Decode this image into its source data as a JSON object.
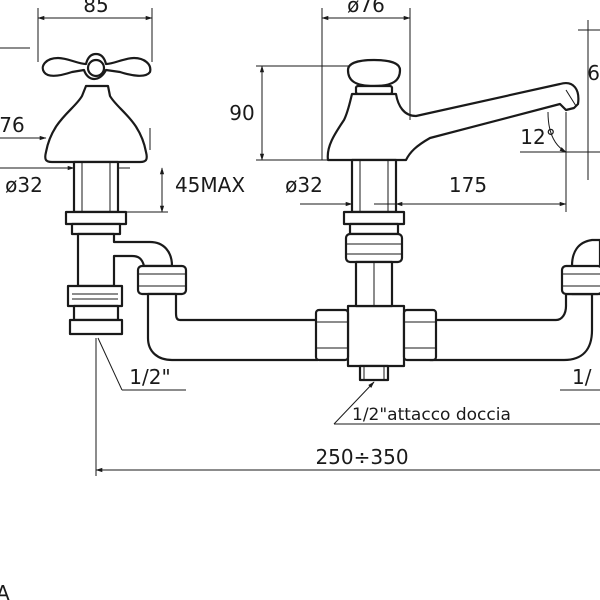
{
  "dimensions": {
    "handle_width": "85",
    "spout_diameter_top": "ø76",
    "height_90": "90",
    "left_diameter_cut": "76",
    "left_base_diameter": "ø32",
    "center_base_diameter": "ø32",
    "max_thickness": "45MAX",
    "spout_length": "175",
    "spout_angle": "12°",
    "left_thread": "1/2\"",
    "right_thread_cut": "1/",
    "shower_connection": "1/2\"attacco doccia",
    "overall_span": "250÷350",
    "right_cut_letter": "6",
    "bottom_corner_letter": "A"
  }
}
